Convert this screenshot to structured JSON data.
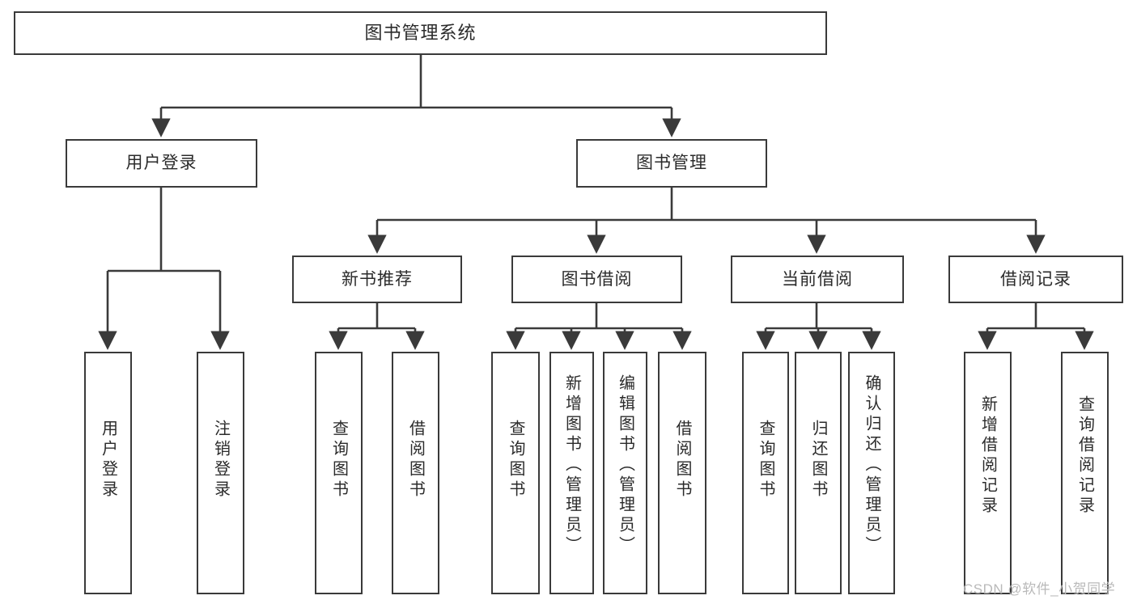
{
  "diagram": {
    "title": "图书管理系统",
    "type": "tree-hierarchy-chart",
    "stroke_color": "#3a3a3a",
    "background_color": "#ffffff",
    "text_color": "#2b2b2b"
  },
  "root": {
    "label": "图书管理系统"
  },
  "level2": [
    {
      "label": "用户登录"
    },
    {
      "label": "图书管理"
    }
  ],
  "level3": [
    {
      "label": "新书推荐"
    },
    {
      "label": "图书借阅"
    },
    {
      "label": "当前借阅"
    },
    {
      "label": "借阅记录"
    }
  ],
  "leaves": [
    {
      "label": "用户登录",
      "parent": "用户登录"
    },
    {
      "label": "注销登录",
      "parent": "用户登录"
    },
    {
      "label": "查询图书",
      "parent": "新书推荐"
    },
    {
      "label": "借阅图书",
      "parent": "新书推荐"
    },
    {
      "label": "查询图书",
      "parent": "图书借阅"
    },
    {
      "label": "新增图书（管理员）",
      "parent": "图书借阅"
    },
    {
      "label": "编辑图书（管理员）",
      "parent": "图书借阅"
    },
    {
      "label": "借阅图书",
      "parent": "图书借阅"
    },
    {
      "label": "查询图书",
      "parent": "当前借阅"
    },
    {
      "label": "归还图书",
      "parent": "当前借阅"
    },
    {
      "label": "确认归还（管理员）",
      "parent": "当前借阅"
    },
    {
      "label": "新增借阅记录",
      "parent": "借阅记录"
    },
    {
      "label": "查询借阅记录",
      "parent": "借阅记录"
    }
  ],
  "watermark": {
    "text": "CSDN @软件_小贺同学",
    "color": "#b9b9b9"
  }
}
